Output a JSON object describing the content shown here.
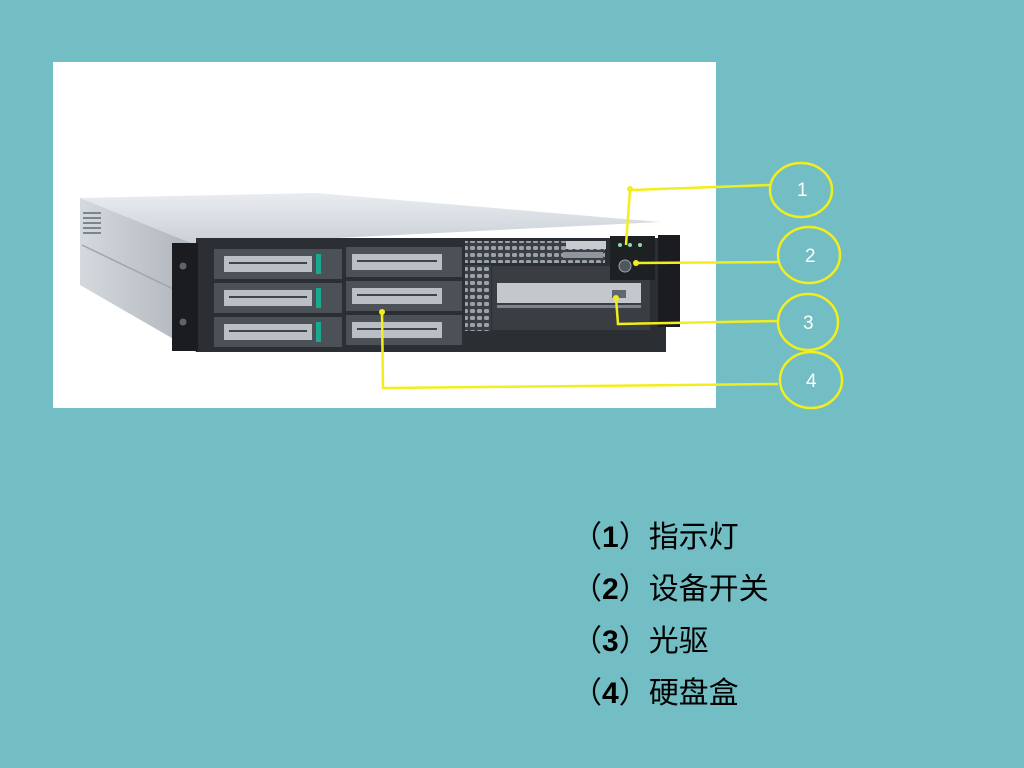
{
  "colors": {
    "background": "#72bec4",
    "callout": "#f2ee1e",
    "panel": "#ffffff"
  },
  "callouts": [
    {
      "number": "1",
      "target": "indicator-lights"
    },
    {
      "number": "2",
      "target": "power-switch"
    },
    {
      "number": "3",
      "target": "optical-drive"
    },
    {
      "number": "4",
      "target": "hard-disk-tray"
    }
  ],
  "legend": [
    {
      "open": "（",
      "number": "1",
      "close": "）",
      "label": "指示灯"
    },
    {
      "open": "（",
      "number": "2",
      "close": "）",
      "label": "设备开关"
    },
    {
      "open": "（",
      "number": "3",
      "close": "）",
      "label": "光驱"
    },
    {
      "open": "（",
      "number": "4",
      "close": "）",
      "label": "硬盘盒"
    }
  ]
}
